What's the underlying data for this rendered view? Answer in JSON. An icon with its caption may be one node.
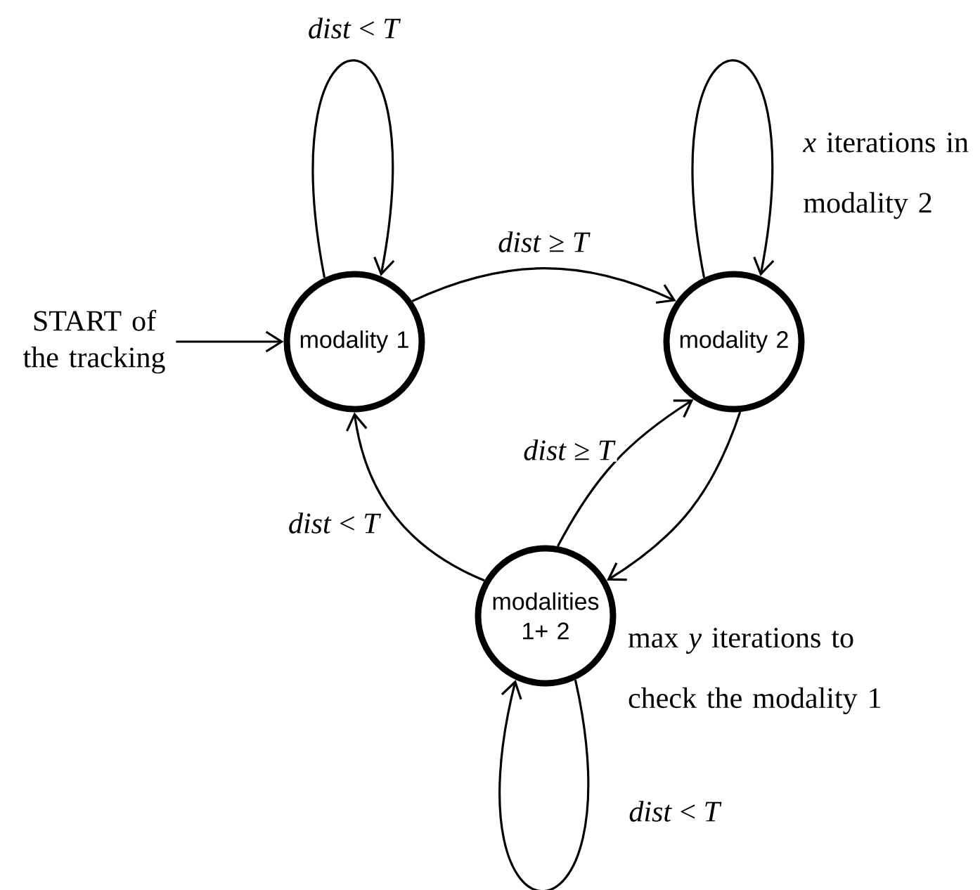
{
  "diagram": {
    "nodes": [
      {
        "text": [
          "START of the tracking"
        ]
      },
      {
        "text": [
          "modality 1"
        ]
      },
      {
        "text": [
          "modality 2"
        ]
      },
      {
        "text": [
          "modalities 1+ 2"
        ],
        "beside": [
          "max *y* iterations to check the modality 1"
        ]
      }
    ],
    "edges": [
      {
        "from": 0,
        "to": 1,
        "arrow": "to"
      },
      {
        "from": 1,
        "to": 1,
        "arrow": "to",
        "label": "*dist* < *T*"
      },
      {
        "from": 1,
        "to": 2,
        "arrow": "to",
        "label": "*dist* ≥ *T*"
      },
      {
        "from": 2,
        "to": 2,
        "arrow": "to",
        "label": "*x* iterations in modality 2"
      },
      {
        "from": 2,
        "to": 3,
        "arrow": "to"
      },
      {
        "from": 3,
        "to": 2,
        "arrow": "to",
        "label": "*dist* ≥ *T*"
      },
      {
        "from": 3,
        "to": 1,
        "arrow": "to",
        "label": "*dist* < *T*"
      },
      {
        "from": 3,
        "to": 3,
        "arrow": "to",
        "label": "*dist* < *T*"
      }
    ]
  }
}
